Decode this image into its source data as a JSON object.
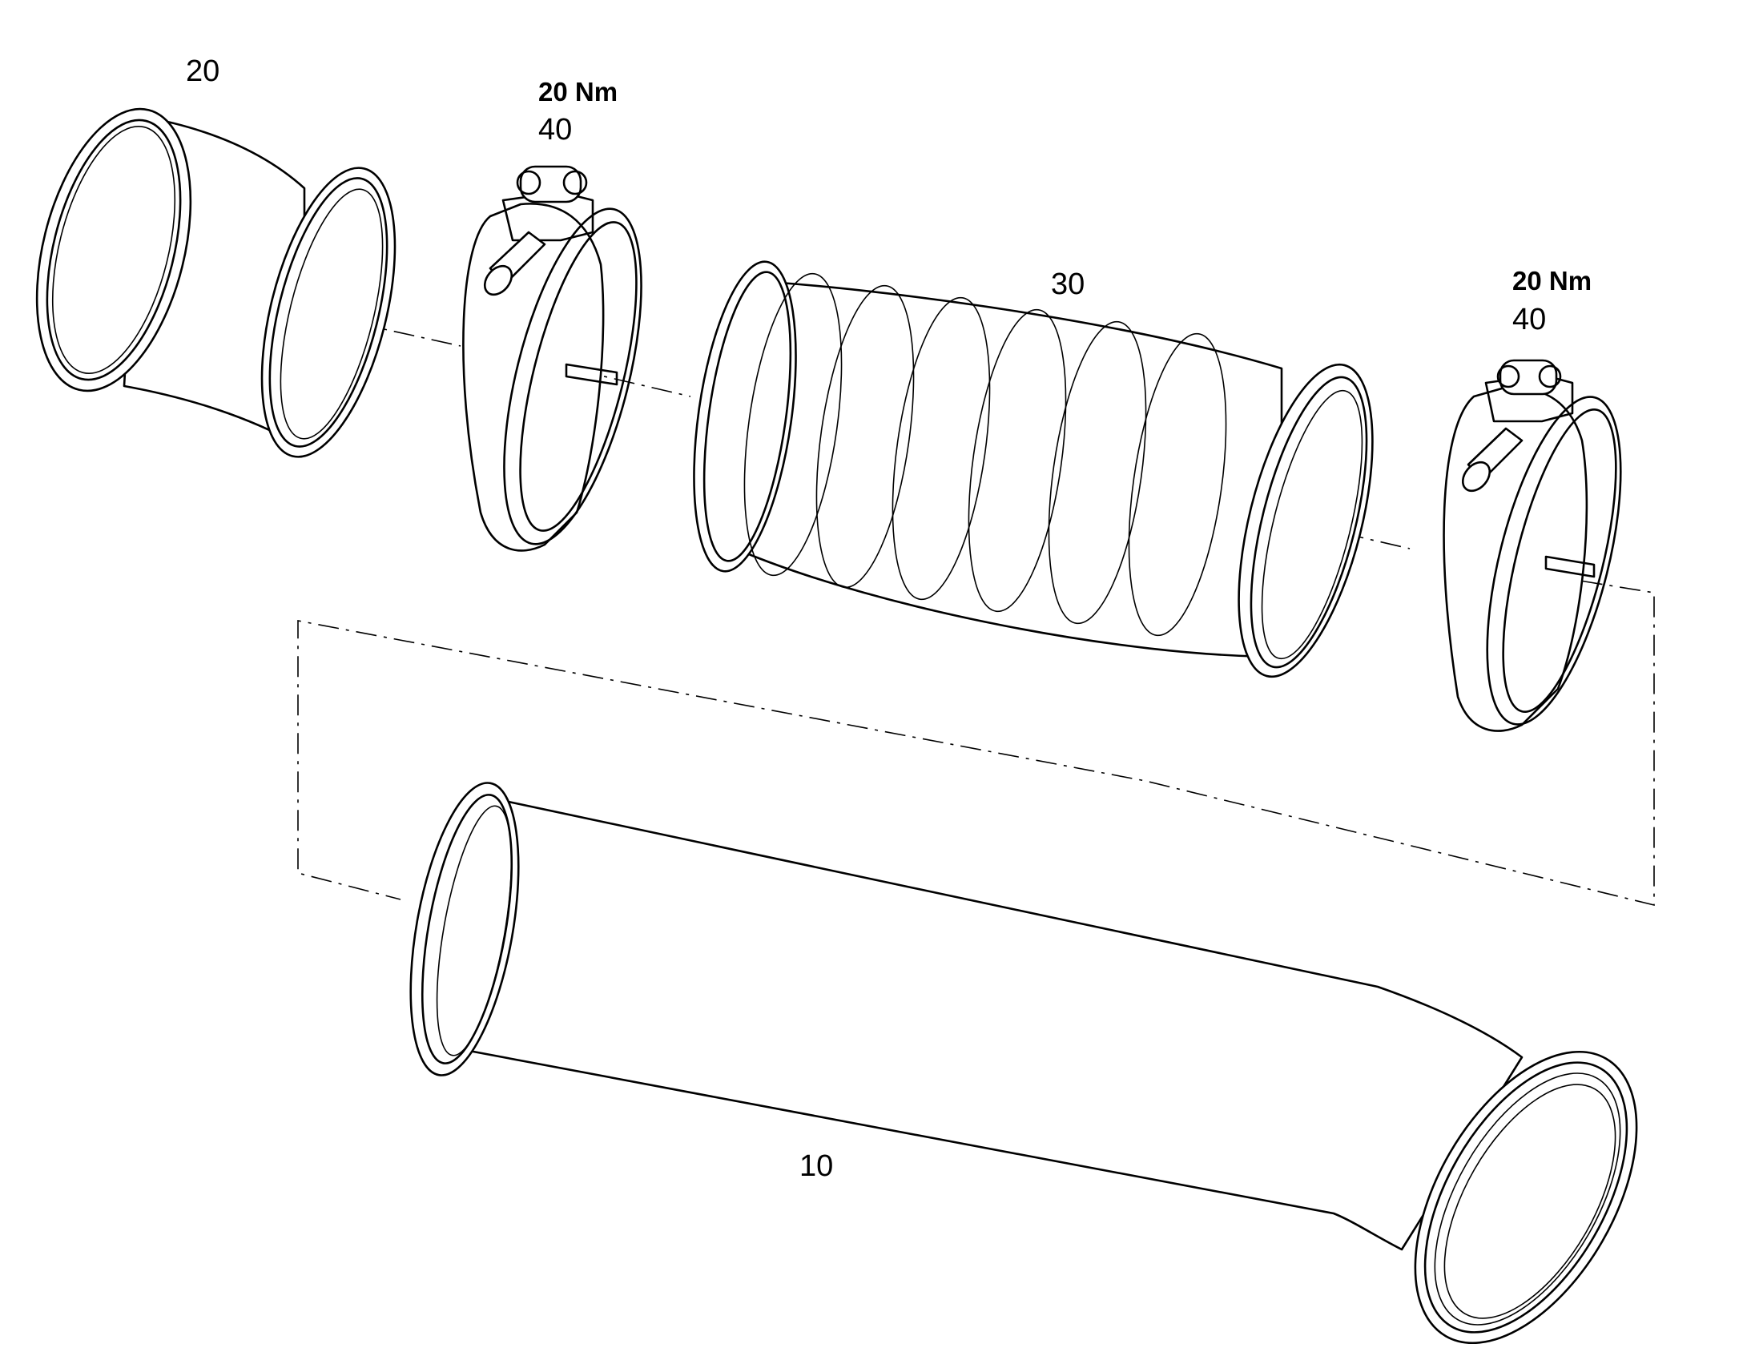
{
  "callouts": {
    "pipe_bend": "20",
    "clamp_left": "40",
    "clamp_left_torque": "20 Nm",
    "hose": "30",
    "clamp_right": "40",
    "clamp_right_torque": "20 Nm",
    "pipe_long": "10"
  },
  "icons": {
    "pipe_bend": "bent-pipe-drawing",
    "clamp": "v-band-clamp-drawing",
    "hose": "corrugated-hose-drawing",
    "pipe_long": "long-pipe-drawing",
    "axis": "center-line"
  },
  "colors": {
    "line": "#000000",
    "background": "#ffffff"
  }
}
